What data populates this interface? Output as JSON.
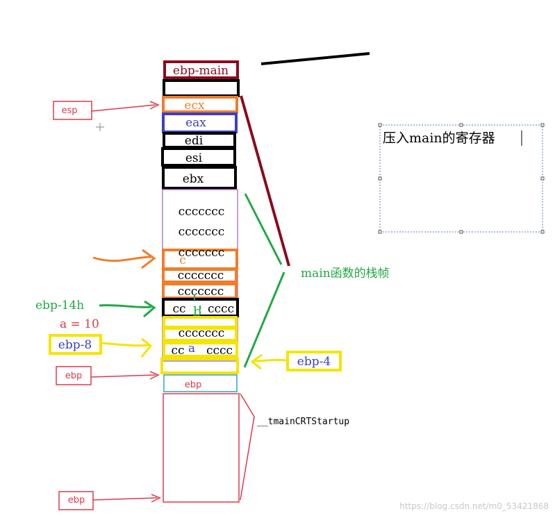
{
  "stack": {
    "top_label": "ebp-main",
    "ecx": "ecx",
    "eax": "eax",
    "edi": "edi",
    "esi": "esi",
    "ebx": "ebx",
    "fill1": "ccccccc",
    "fill2": "ccccccc",
    "fill3": "ccccccc",
    "fill4": "ccccccc",
    "fill5": "ccccccc",
    "fill6": "cc",
    "fill6b": "cccc",
    "fill7": "ccccccc",
    "fill8": "cc",
    "fill8b": "cccc",
    "var_c": "c",
    "var_b": "b",
    "var_a": "a",
    "saved_ebp": "ebp"
  },
  "labels": {
    "esp": "esp",
    "ebp_14h": "ebp-14h",
    "a_eq": "a = 10",
    "ebp_8": "ebp-8",
    "ebp_4": "ebp-4",
    "ebp_left1": "ebp",
    "ebp_left2": "ebp",
    "main_frame": "main函数的栈帧",
    "startup": "__tmainCRTStartup",
    "note": "压入main的寄存器",
    "watermark": "https://blog.csdn.net/m0_53421868"
  },
  "colors": {
    "darkred": "#8b0a1f",
    "orange": "#f07d2a",
    "blue": "#3a40c0",
    "green": "#22a844",
    "yellow": "#f5e400",
    "red": "#e0384a",
    "purple": "#b07fc0",
    "cyan": "#2aa3d8"
  }
}
